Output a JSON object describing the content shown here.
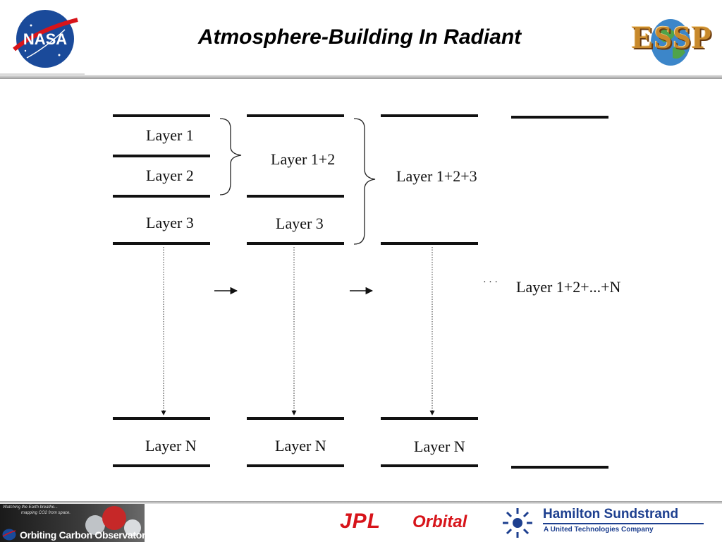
{
  "header": {
    "title": "Atmosphere-Building In Radiant",
    "left_logo": {
      "icon": "nasa-meatball-icon",
      "text": "NASA"
    },
    "right_logo": {
      "icon": "essp-globe-icon",
      "text": "ESSP"
    }
  },
  "diagram": {
    "column1": {
      "layer1": "Layer 1",
      "layer2": "Layer 2",
      "layer3": "Layer 3",
      "layerN": "Layer N"
    },
    "column2": {
      "combined": "Layer 1+2",
      "layer3": "Layer 3",
      "layerN": "Layer N"
    },
    "column3": {
      "combined": "Layer 1+2+3",
      "layerN": "Layer N"
    },
    "column4": {
      "ellipsis": "· · ·",
      "combined": "Layer 1+2+...+N"
    }
  },
  "footer": {
    "oco": {
      "tagline_line1": "Watching the Earth breathe...",
      "tagline_line2": "mapping CO2 from space.",
      "name": "Orbiting Carbon Observatory"
    },
    "jpl": "JPL",
    "orbital": "Orbital",
    "hamilton": {
      "name": "Hamilton Sundstrand",
      "subtitle": "A United Technologies Company"
    }
  },
  "colors": {
    "logo_red": "#d7141a",
    "hamilton_blue": "#1d3f8f",
    "nasa_blue": "#1a4a9a",
    "essp_gold": "#c8892b"
  }
}
